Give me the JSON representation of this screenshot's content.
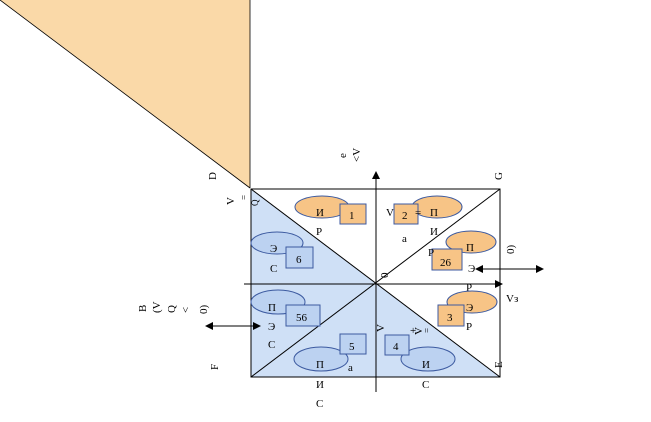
{
  "colors": {
    "orange_fill": "#FAD9A8",
    "blue_fill": "#CFE0F6",
    "ellipse_orange": "#F7C486",
    "ellipse_blue": "#BCD2F1",
    "stroke_blue": "#3C5AA0",
    "stroke_black": "#000000"
  },
  "corners": {
    "d": "D",
    "g": "G",
    "e": "E",
    "f": "F"
  },
  "axis": {
    "origin": "0",
    "v3": "Vз",
    "top_e": "е",
    "top_v": "<V",
    "right_paren": "0)",
    "left_b": "B",
    "left_neq": "(V",
    "left_q": "Q",
    "left_lt": "<",
    "left_paren": "0)"
  },
  "d_side": {
    "v": "V",
    "eq": "=",
    "q": "Q"
  },
  "boxes": [
    {
      "id": "1",
      "label": "1"
    },
    {
      "id": "2",
      "label": "2"
    },
    {
      "id": "26",
      "label": "26"
    },
    {
      "id": "3",
      "label": "3"
    },
    {
      "id": "4",
      "label": "4"
    },
    {
      "id": "5",
      "label": "5"
    },
    {
      "id": "56",
      "label": "56"
    },
    {
      "id": "6",
      "label": "6"
    }
  ],
  "ellipses": {
    "e1": "И",
    "e2": "П",
    "e26a": "П",
    "e26b": "Э",
    "e3": "Э",
    "e4": "И",
    "e5": "П",
    "e56": "П",
    "e6": "Э"
  },
  "letters": {
    "r1": "Р",
    "a2": "а",
    "i2": "И",
    "v2": "V",
    "eq2": "=",
    "r26": "Р",
    "e26": "Э",
    "r26b": "Р",
    "r3": "Р",
    "v3s": "V",
    "plus3": "+",
    "eq3": "=",
    "v4": "V",
    "a5": "а",
    "s56": "С",
    "e56b": "Э",
    "s6": "С",
    "bottom_i": "И",
    "bottom_s1": "С",
    "bottom_s2": "С"
  }
}
